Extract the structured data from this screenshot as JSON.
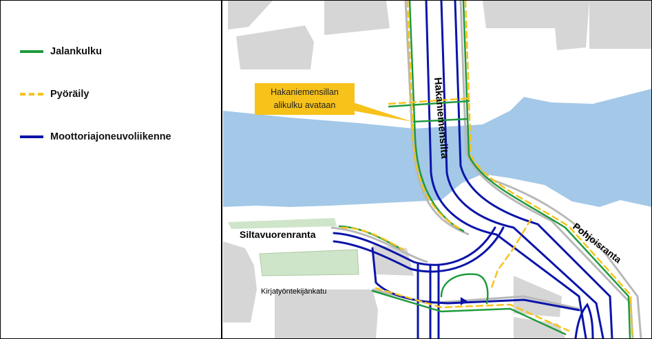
{
  "legend": {
    "items": [
      {
        "label": "Jalankulku",
        "color": "#1e9a3c",
        "style": "solid"
      },
      {
        "label": "Pyöräily",
        "color": "#f7c21a",
        "style": "dashed"
      },
      {
        "label": "Moottoriajoneuvoliikenne",
        "color": "#0a14a8",
        "style": "solid"
      }
    ]
  },
  "map": {
    "callout": {
      "line1": "Hakaniemensillan",
      "line2": "alikulku avataan",
      "color": "#f7c21a"
    },
    "streets": {
      "hakaniemensilta": "Hakaniemensilta",
      "pohjoisranta": "Pohjoisranta",
      "siltavuorenranta": "Siltavuorenranta",
      "kirjatyontekijankatu": "Kirjatyöntekijänkatu"
    },
    "colors": {
      "water": "#a3c8e8",
      "building": "#d6d6d6",
      "park": "#cfe5c9",
      "road_outline": "#b8b8b8"
    }
  }
}
